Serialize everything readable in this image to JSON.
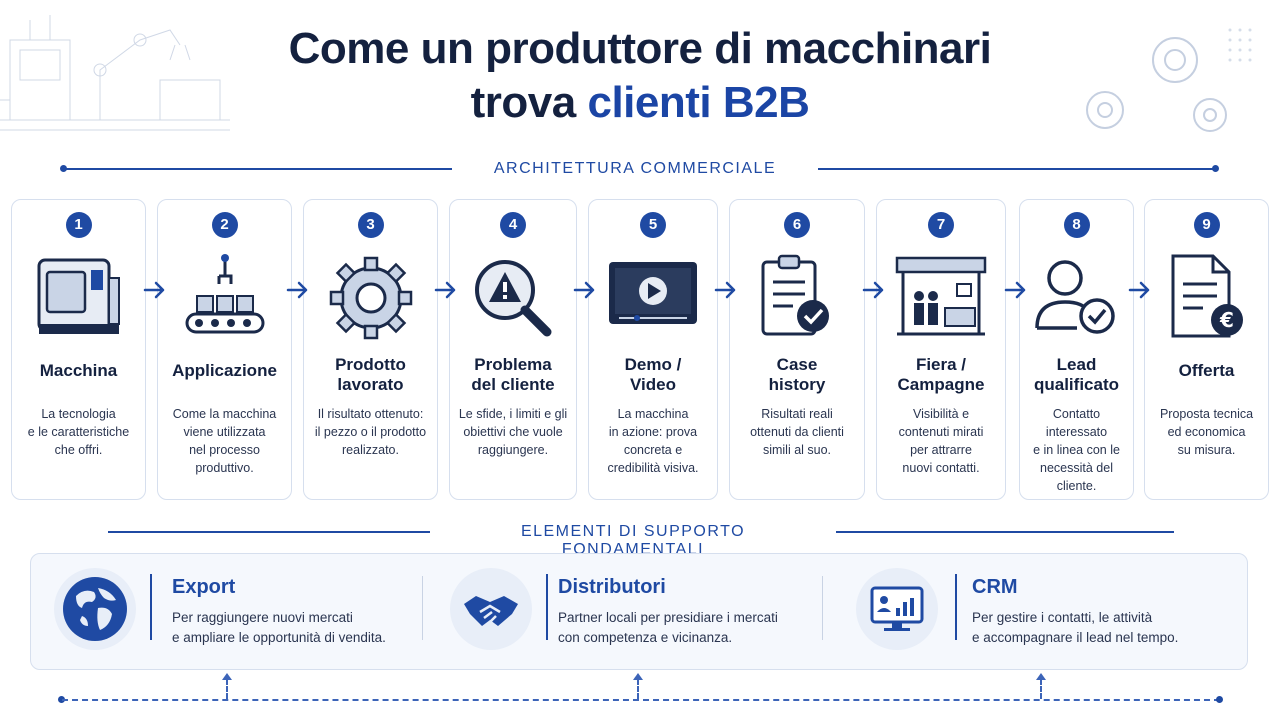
{
  "title": {
    "line1": "Come un produttore di macchinari",
    "line2_prefix": "trova ",
    "line2_accent": "clienti B2B"
  },
  "section1_label": "ARCHITETTURA COMMERCIALE",
  "section2_label": "ELEMENTI DI SUPPORTO FONDAMENTALI",
  "colors": {
    "accent": "#1f4aa3",
    "dark": "#14213f",
    "border": "#d6dfee",
    "support_bg": "#f5f8fd"
  },
  "steps": [
    {
      "num": "1",
      "title1": "Macchina",
      "title2": "",
      "icon": "cnc-machine-icon",
      "desc": [
        "La tecnologia",
        "e le caratteristiche",
        "che offri."
      ]
    },
    {
      "num": "2",
      "title1": "Applicazione",
      "title2": "",
      "icon": "conveyor-robot-icon",
      "desc": [
        "Come la macchina",
        "viene utilizzata",
        "nel processo",
        "produttivo."
      ]
    },
    {
      "num": "3",
      "title1": "Prodotto",
      "title2": "lavorato",
      "icon": "gear-part-icon",
      "desc": [
        "Il risultato ottenuto:",
        "il pezzo o il prodotto",
        "realizzato."
      ]
    },
    {
      "num": "4",
      "title1": "Problema",
      "title2": "del cliente",
      "icon": "magnifier-warning-icon",
      "desc": [
        "Le sfide, i limiti e gli",
        "obiettivi che vuole",
        "raggiungere."
      ]
    },
    {
      "num": "5",
      "title1": "Demo /",
      "title2": "Video",
      "icon": "video-player-icon",
      "desc": [
        "La macchina",
        "in azione: prova",
        "concreta e",
        "credibilità visiva."
      ]
    },
    {
      "num": "6",
      "title1": "Case",
      "title2": "history",
      "icon": "clipboard-check-icon",
      "desc": [
        "Risultati reali",
        "ottenuti da clienti",
        "simili al suo."
      ]
    },
    {
      "num": "7",
      "title1": "Fiera /",
      "title2": "Campagne",
      "icon": "fair-booth-icon",
      "desc": [
        "Visibilità e",
        "contenuti mirati",
        "per attrarre",
        "nuovi contatti."
      ]
    },
    {
      "num": "8",
      "title1": "Lead",
      "title2": "qualificato",
      "icon": "qualified-lead-icon",
      "desc": [
        "Contatto interessato",
        "e in linea con le",
        "necessità del cliente."
      ]
    },
    {
      "num": "9",
      "title1": "Offerta",
      "title2": "",
      "icon": "offer-document-euro-icon",
      "desc": [
        "Proposta tecnica",
        "ed economica",
        "su misura."
      ]
    }
  ],
  "support": [
    {
      "title": "Export",
      "icon": "globe-icon",
      "desc": [
        "Per raggiungere nuovi mercati",
        "e ampliare le opportunità di vendita."
      ]
    },
    {
      "title": "Distributori",
      "icon": "handshake-icon",
      "desc": [
        "Partner locali per presidiare i mercati",
        "con competenza e vicinanza."
      ]
    },
    {
      "title": "CRM",
      "icon": "crm-dashboard-icon",
      "desc": [
        "Per gestire i contatti, le attività",
        "e accompagnare il lead nel tempo."
      ]
    }
  ]
}
